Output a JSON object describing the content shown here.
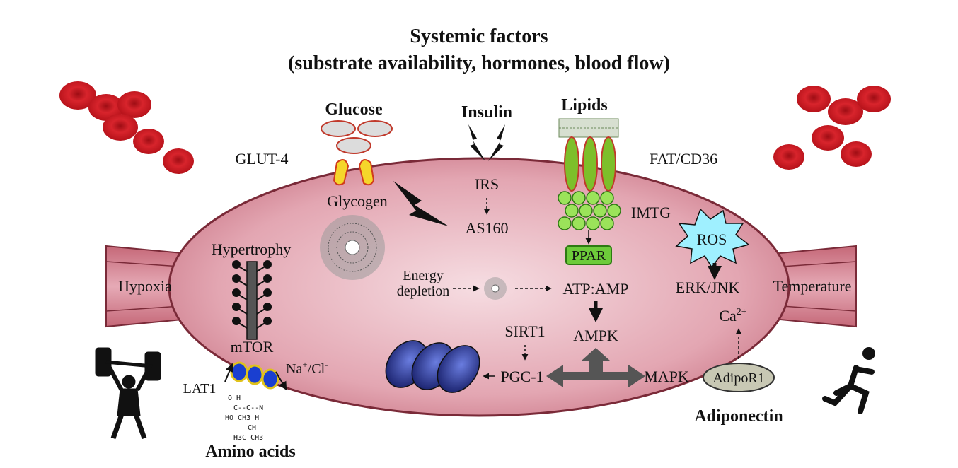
{
  "title": {
    "line1": "Systemic factors",
    "line2": "(substrate availability, hormones, blood flow)"
  },
  "inputs": {
    "glucose": "Glucose",
    "insulin": "Insulin",
    "lipids": "Lipids",
    "amino_acids": "Amino acids",
    "adiponectin": "Adiponectin"
  },
  "labels": {
    "glut4": "GLUT-4",
    "fat_cd36": "FAT/CD36",
    "glycogen": "Glycogen",
    "irs": "IRS",
    "as160": "AS160",
    "imtg": "IMTG",
    "ppar": "PPAR",
    "ros": "ROS",
    "erk_jnk": "ERK/JNK",
    "hypertrophy": "Hypertrophy",
    "hypoxia": "Hypoxia",
    "temperature": "Temperature",
    "energy_depletion_1": "Energy",
    "energy_depletion_2": "depletion",
    "atp_amp": "ATP:AMP",
    "ampk": "AMPK",
    "sirt1": "SIRT1",
    "pgc1": "PGC-1",
    "mapk": "MAPK",
    "mtor": "mTOR",
    "lat1": "LAT1",
    "na_cl_base": "Na",
    "na_cl_sup": "+",
    "na_cl_mid": "/Cl",
    "na_cl_sup2": "-",
    "ca_base": "Ca",
    "ca_sup": "2+",
    "adipor1": "AdipoR1"
  },
  "molecule": {
    "row1": "O   H",
    "row2": "C--C--N",
    "row3": "HO   CH3  H",
    "row4": "CH",
    "row5": "H3C  CH3"
  },
  "colors": {
    "cell_fill": "#e7b3bd",
    "cell_edge": "#7a2a38",
    "blood_cell": "#c8171f",
    "lipid_green": "#7dbf2a",
    "mito_blue": "#2e3d9e",
    "ros_fill": "#9ff0ff",
    "ppar_fill": "#6dcb3a"
  }
}
